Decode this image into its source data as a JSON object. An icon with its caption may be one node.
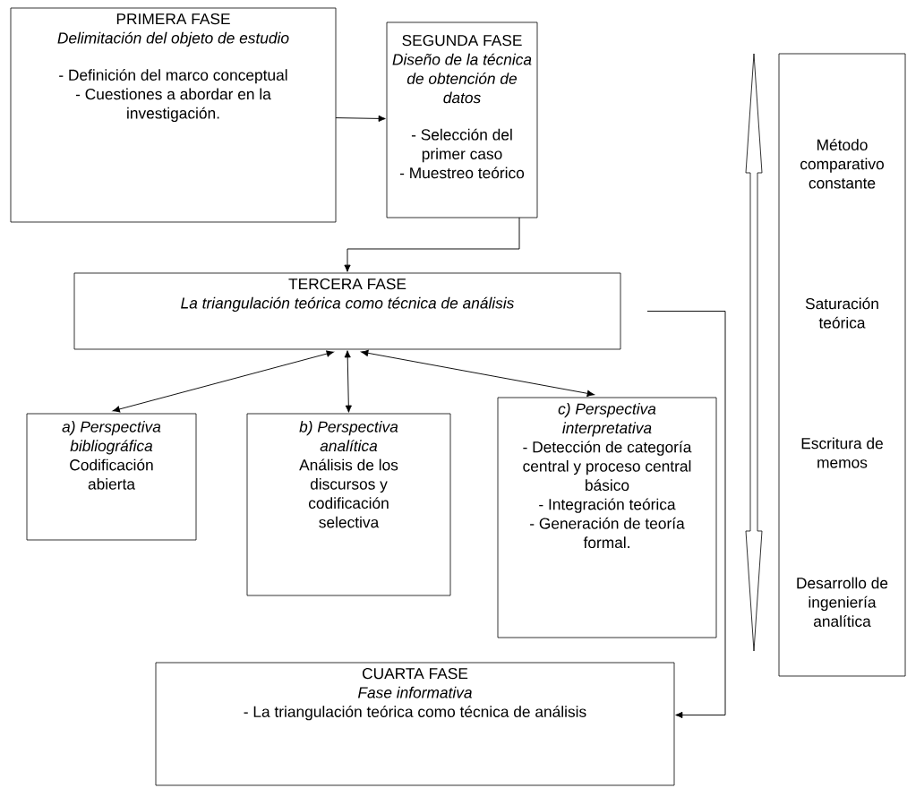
{
  "diagram": {
    "nodes": [
      {
        "text": [
          "PRIMERA FASE",
          "Delimitación del objeto de estudio",
          "- Definición del marco conceptual",
          "- Cuestiones a abordar en la investigación."
        ]
      },
      {
        "text": [
          "SEGUNDA FASE",
          "Diseño de la técnica de obtención de datos",
          "- Selección del primer caso",
          "- Muestreo teórico"
        ]
      },
      {
        "text": [
          "TERCERA FASE",
          "La triangulación teórica como técnica de análisis"
        ]
      },
      {
        "text": [
          "a) Perspectiva bibliográfica",
          "Codificación abierta"
        ]
      },
      {
        "text": [
          "b) Perspectiva analítica",
          "Análisis de los discursos y codificación selectiva"
        ]
      },
      {
        "text": [
          "c) Perspectiva interpretativa",
          "- Detección de categoría central y proceso central básico",
          "- Integración teórica",
          "- Generación de teoría formal."
        ]
      },
      {
        "text": [
          "CUARTA FASE",
          "Fase informativa",
          "- La triangulación teórica como técnica de análisis"
        ]
      },
      {
        "text": [
          "Método comparativo constante",
          "Saturación teórica",
          "Escritura de memos",
          "Desarrollo de ingeniería analítica"
        ]
      }
    ],
    "edges": [
      {
        "from": 0,
        "to": 1,
        "arrow": "to"
      },
      {
        "from": 1,
        "to": 2,
        "arrow": "to"
      },
      {
        "from": 2,
        "to": 3,
        "arrow": "both"
      },
      {
        "from": 2,
        "to": 4,
        "arrow": "both"
      },
      {
        "from": 2,
        "to": 5,
        "arrow": "both"
      },
      {
        "from": 2,
        "to": 6,
        "arrow": "to"
      }
    ]
  }
}
